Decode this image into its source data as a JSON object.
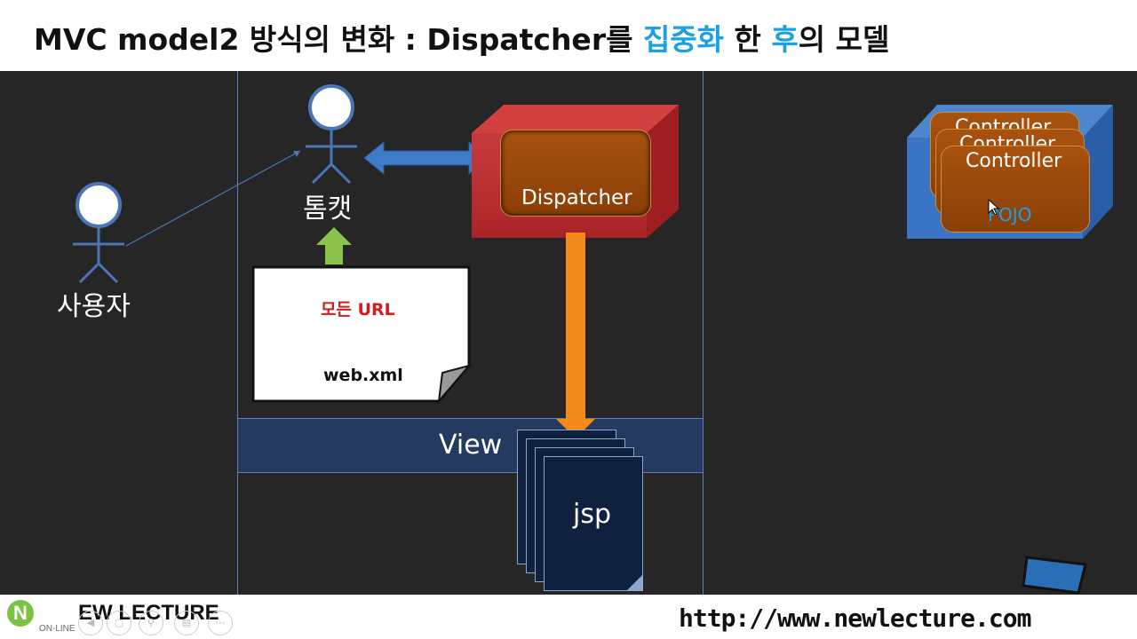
{
  "title": {
    "part1": "MVC model2 방식의 변화 : Dispatcher를 ",
    "hl1": "집중화",
    "part2": " 한 ",
    "hl2": "후",
    "part3": "의 모델"
  },
  "diagram": {
    "user_label": "사용자",
    "tomcat_label": "톰캣",
    "dispatcher_label": "Dispatcher",
    "webxml_title": "모든 URL",
    "webxml_file": "web.xml",
    "view_label": "View",
    "jsp_label": "jsp",
    "controller_labels": [
      "Controller",
      "Controller",
      "Controller"
    ],
    "pojo_label": "POJO"
  },
  "footer": {
    "logo_letter": "N",
    "logo_text": "EW LECTURE",
    "logo_sub": "ON-LINE",
    "url": "http://www.newlecture.com"
  },
  "colors": {
    "accent": "#1ba1e2",
    "stage_bg": "#262626",
    "dispatcher_red": "#c0282c",
    "controller_orange": "#9b4a0c",
    "view_band": "#243a5e",
    "arrow_orange": "#f28a1c",
    "arrow_green": "#8bc34a",
    "arrow_blue": "#3d7cc9"
  }
}
